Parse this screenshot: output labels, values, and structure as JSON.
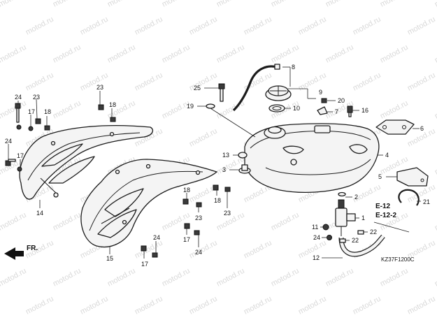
{
  "watermark": "motod.ru",
  "diagram_code": "KZ37F1200C",
  "direction_label": "FR.",
  "ref_e12": "E-12",
  "ref_e122": "E-12-2",
  "callouts": {
    "c1": "1",
    "c2": "2",
    "c3": "3",
    "c4": "4",
    "c5": "5",
    "c6": "6",
    "c7": "7",
    "c8": "8",
    "c9": "9",
    "c10": "10",
    "c11": "11",
    "c12": "12",
    "c13": "13",
    "c14": "14",
    "c15": "15",
    "c16": "16",
    "c17a": "17",
    "c17b": "17",
    "c17c": "17",
    "c17d": "17",
    "c18a": "18",
    "c18b": "18",
    "c18c": "18",
    "c18d": "18",
    "c19": "19",
    "c20": "20",
    "c21": "21",
    "c22a": "22",
    "c22b": "22",
    "c23a": "23",
    "c23b": "23",
    "c23c": "23",
    "c23d": "23",
    "c24a": "24",
    "c24b": "24",
    "c24c": "24",
    "c24d": "24",
    "c24e": "24",
    "c25": "25"
  }
}
